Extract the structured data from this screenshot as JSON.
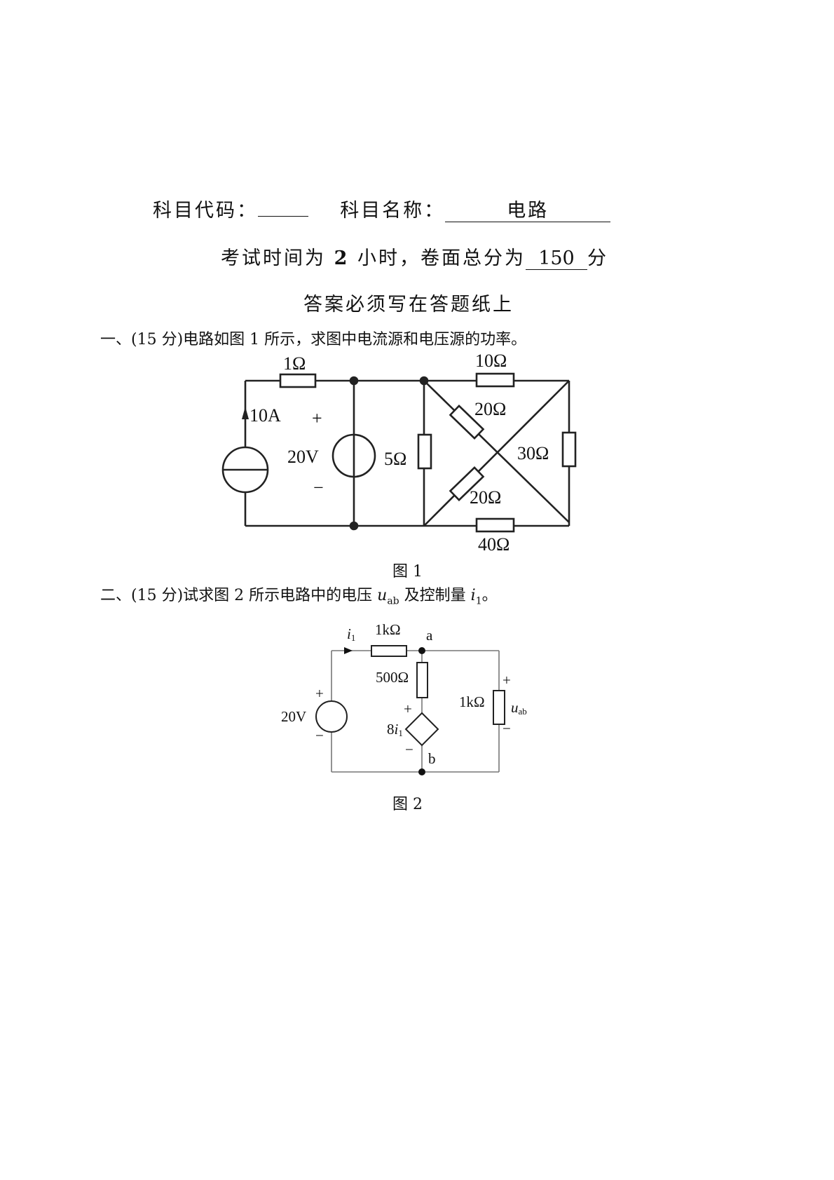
{
  "header": {
    "code_label": "科目代码：",
    "code_value": "",
    "name_label": "科目名称：",
    "name_value": "电路",
    "time_prefix": "考试时间为",
    "time_hours": "2",
    "time_mid": "小时，卷面总分为",
    "total_score": "150",
    "score_suffix": "分",
    "notice": "答案必须写在答题纸上"
  },
  "q1": {
    "number": "一、",
    "points": "(15 分)",
    "text": "电路如图 1 所示，求图中电流源和电压源的功率。",
    "caption": "图 1",
    "labels": {
      "r1": "1Ω",
      "isrc": "10A",
      "plus": "+",
      "vsrc": "20V",
      "minus": "−",
      "r5": "5Ω",
      "r10": "10Ω",
      "r20a": "20Ω",
      "r30": "30Ω",
      "r20b": "20Ω",
      "r40": "40Ω"
    }
  },
  "q2": {
    "number": "二、",
    "points": "(15 分)",
    "text_a": "试求图 2 所示电路中的电压 ",
    "u": "u",
    "ab": "ab",
    "text_b": " 及控制量 ",
    "i": "i",
    "one": "1",
    "text_c": "。",
    "caption": "图 2",
    "labels": {
      "i": "i",
      "i_sub": "1",
      "r1k": "1kΩ",
      "node_a": "a",
      "r500": "500Ω",
      "dep_plus": "+",
      "dep_coef": "8",
      "dep_i": "i",
      "dep_sub": "1",
      "dep_minus": "−",
      "node_b": "b",
      "vs_plus": "+",
      "vs": "20V",
      "vs_minus": "−",
      "r1k_right": "1kΩ",
      "u_plus": "+",
      "u": "u",
      "u_sub": "ab",
      "u_minus": "−"
    }
  }
}
